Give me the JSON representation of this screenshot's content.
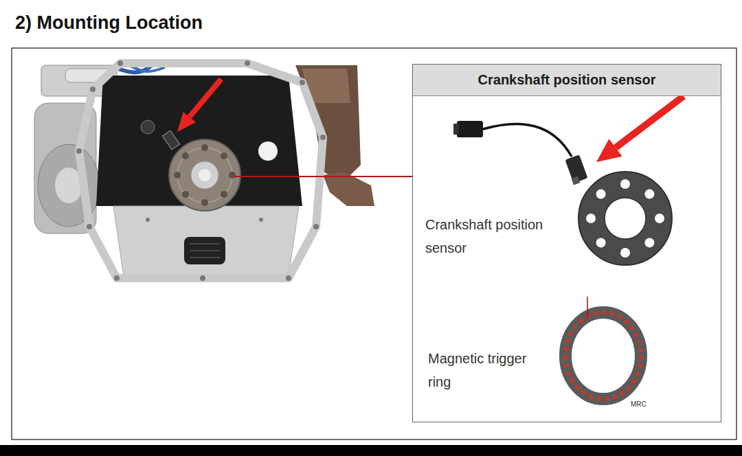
{
  "diagram": {
    "title": "2) Mounting Location",
    "nodes": [
      {
        "text": [
          "Crankshaft position sensor"
        ]
      }
    ],
    "labels": [
      "Crankshaft position sensor",
      "Magnetic trigger ring",
      "MRC"
    ]
  }
}
